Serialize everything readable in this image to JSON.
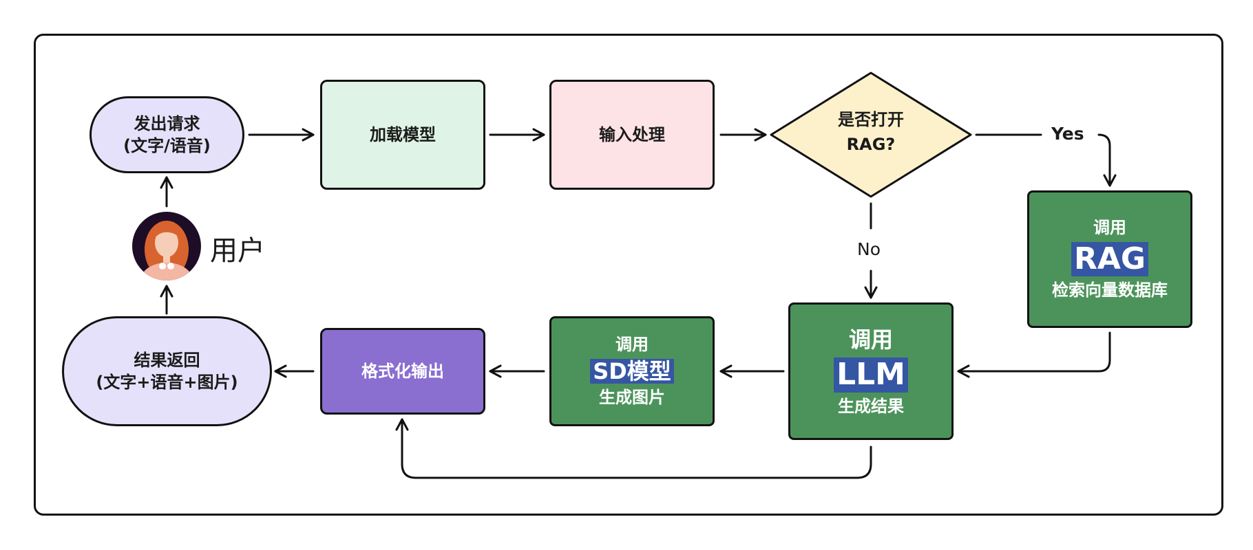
{
  "nodes": {
    "request": {
      "line1": "发出请求",
      "line2": "(文字/语音)"
    },
    "load_model": "加载模型",
    "input_proc": "输入处理",
    "rag_decision": {
      "line1": "是否打开",
      "line2": "RAG?"
    },
    "rag_call": {
      "top": "调用",
      "highlight": "RAG",
      "bottom": "检索向量数据库"
    },
    "llm": {
      "top": "调用",
      "highlight": "LLM",
      "bottom": "生成结果"
    },
    "sd": {
      "top": "调用",
      "highlight": "SD模型",
      "bottom": "生成图片"
    },
    "format_output": "格式化输出",
    "result": {
      "line1": "结果返回",
      "line2": "(文字+语音+图片)"
    }
  },
  "user_label": "用户",
  "edge_labels": {
    "yes": "Yes",
    "no": "No"
  },
  "colors": {
    "pill_fill": "#e6e1fb",
    "load_model_fill": "#dff4e6",
    "input_proc_fill": "#fde3e6",
    "decision_fill": "#fdf1cc",
    "green_fill": "#4c935b",
    "purple_fill": "#8a6fd0",
    "highlight_fill": "#3556a3"
  }
}
